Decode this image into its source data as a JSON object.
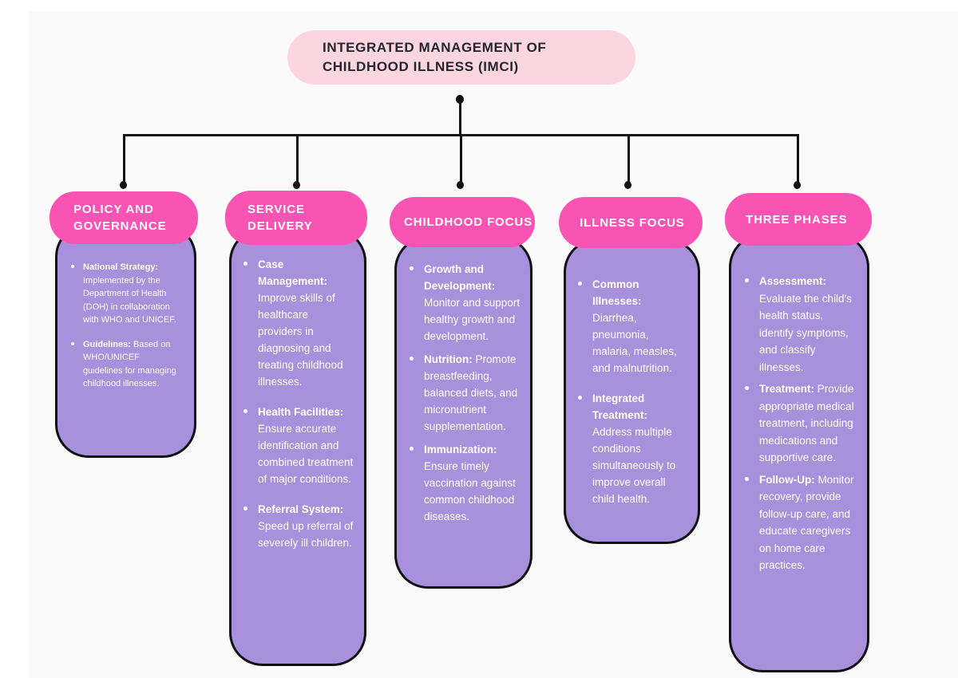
{
  "title": {
    "lines": [
      "INTEGRATED MANAGEMENT OF",
      "CHILDHOOD ILLNESS (IMCI)"
    ]
  },
  "branches": [
    {
      "header": "POLICY AND GOVERNANCE",
      "items": [
        {
          "label": "National Strategy:",
          "text": "Implemented by the Department of Health (DOH) in collaboration with WHO and UNICEF."
        },
        {
          "label": "Guidelines:",
          "text": "Based on WHO/UNICEF guidelines for managing childhood illnesses."
        }
      ]
    },
    {
      "header": "SERVICE DELIVERY",
      "items": [
        {
          "label": "Case Management:",
          "text": "Improve skills of healthcare providers in diagnosing and treating childhood illnesses."
        },
        {
          "label": "Health Facilities:",
          "text": "Ensure accurate identification and combined treatment of major conditions."
        },
        {
          "label": "Referral System:",
          "text": "Speed up referral of severely ill children."
        }
      ]
    },
    {
      "header": "CHILDHOOD FOCUS",
      "items": [
        {
          "label": "Growth and Development:",
          "text": "Monitor and support healthy growth and development."
        },
        {
          "label": "Nutrition:",
          "text": "Promote breastfeeding, balanced diets, and micronutrient supplementation."
        },
        {
          "label": "Immunization:",
          "text": "Ensure timely vaccination against common childhood diseases."
        }
      ]
    },
    {
      "header": "ILLNESS FOCUS",
      "items": [
        {
          "label": "Common Illnesses:",
          "text": "Diarrhea, pneumonia, malaria, measles, and malnutrition."
        },
        {
          "label": "Integrated Treatment:",
          "text": "Address multiple conditions simultaneously to improve overall child health."
        }
      ]
    },
    {
      "header": "THREE PHASES",
      "items": [
        {
          "label": "Assessment:",
          "text": "Evaluate the child's health status, identify symptoms, and classify illnesses."
        },
        {
          "label": "Treatment:",
          "text": "Provide appropriate medical treatment, including medications and supportive care."
        },
        {
          "label": "Follow-Up:",
          "text": "Monitor recovery, provide follow-up care, and educate caregivers on home care practices."
        }
      ]
    }
  ],
  "colors": {
    "canvas_background": "#fafafa",
    "title_pill_pink": "#fbd6e1",
    "header_pink": "#f954b4",
    "body_purple": "#a890dc",
    "connector_black": "#111111",
    "title_text": "#26262e",
    "card_text": "#ffffff"
  }
}
